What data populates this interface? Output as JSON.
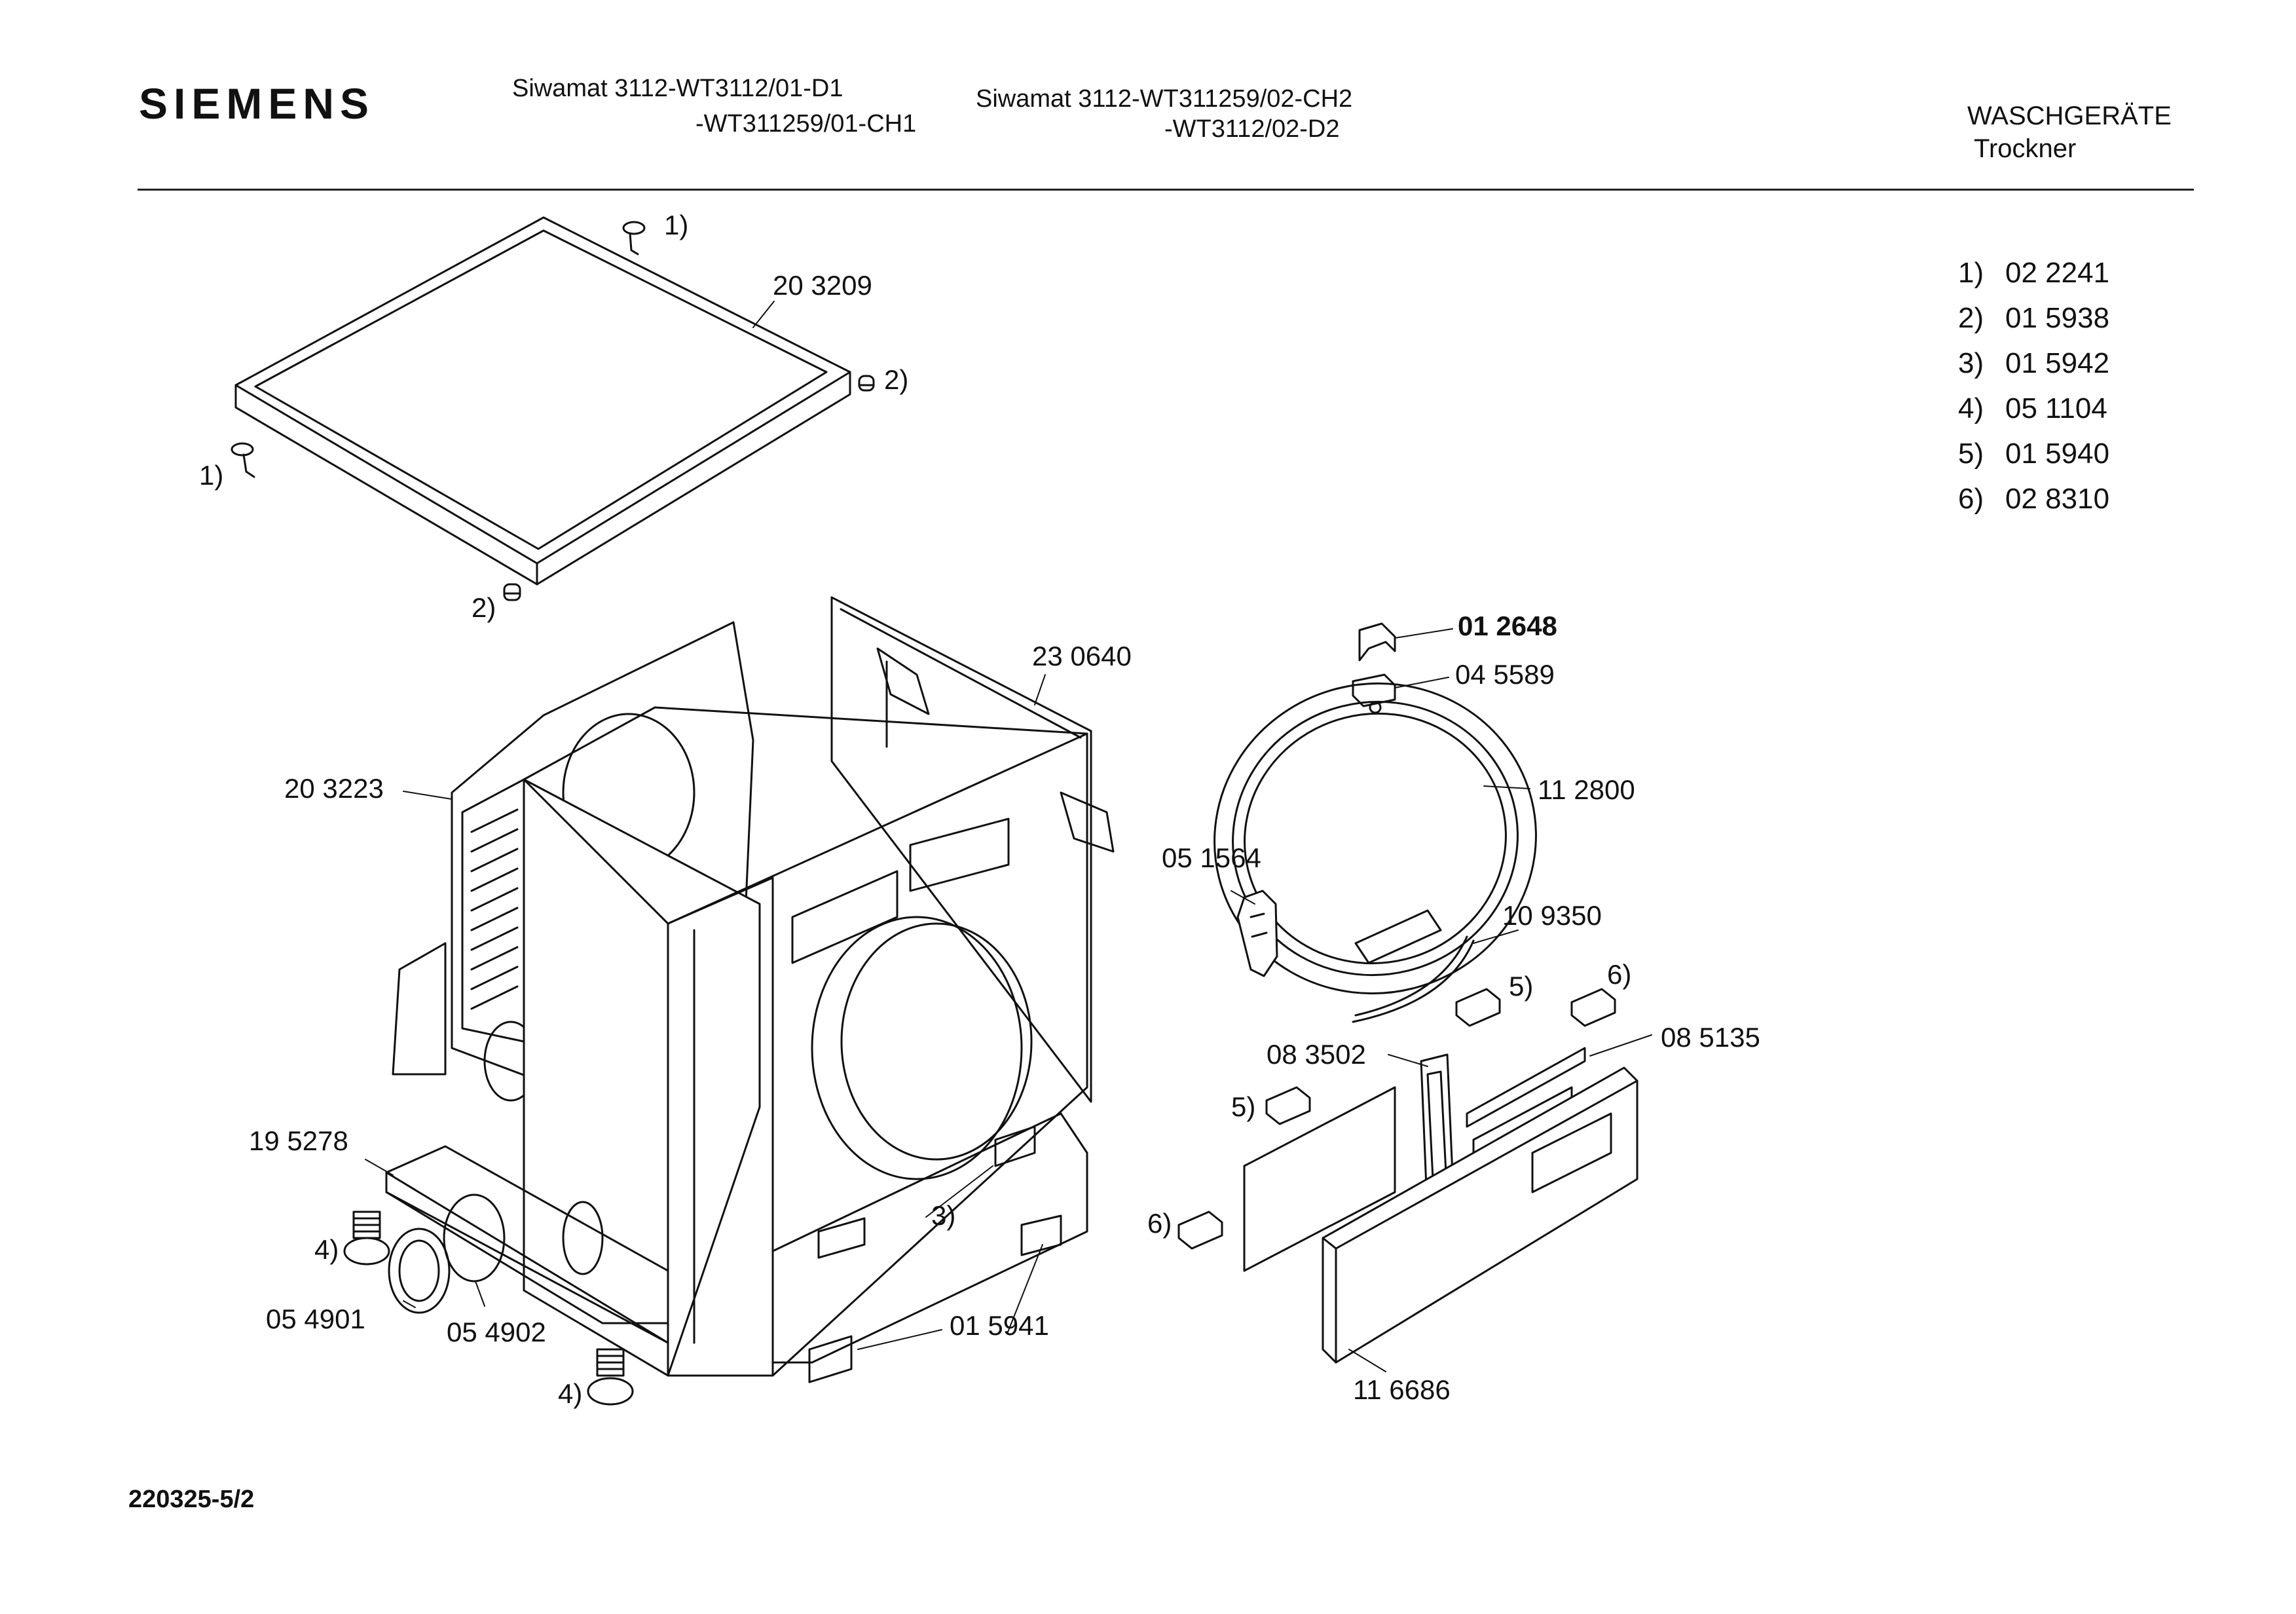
{
  "header": {
    "brand": "SIEMENS",
    "model_left_line1": "Siwamat 3112-WT3112/01-D1",
    "model_left_line2": "-WT311259/01-CH1",
    "model_right_line1": "Siwamat 3112-WT311259/02-CH2",
    "model_right_line2": "-WT3112/02-D2",
    "category_line1": "WASCHGERÄTE",
    "category_line2": "Trockner"
  },
  "legend": [
    {
      "index": "1)",
      "part": "02 2241"
    },
    {
      "index": "2)",
      "part": "01 5938"
    },
    {
      "index": "3)",
      "part": "01 5942"
    },
    {
      "index": "4)",
      "part": "05 1104"
    },
    {
      "index": "5)",
      "part": "01 5940"
    },
    {
      "index": "6)",
      "part": "02 8310"
    }
  ],
  "callouts": {
    "p203209": "20 3209",
    "p230640": "23 0640",
    "p203223": "20 3223",
    "p195278": "19 5278",
    "p054901": "05 4901",
    "p054902": "05 4902",
    "p015941": "01 5941",
    "p012648": "01 2648",
    "p045589": "04 5589",
    "p112800": "11 2800",
    "p051564": "05 1564",
    "p109350": "10 9350",
    "p083502": "08 3502",
    "p085135": "08 5135",
    "p116686": "11 6686",
    "r1": "1)",
    "r2": "2)",
    "r3": "3)",
    "r4": "4)",
    "r5": "5)",
    "r6": "6)"
  },
  "footer": {
    "doc_number": "220325-5/2"
  }
}
